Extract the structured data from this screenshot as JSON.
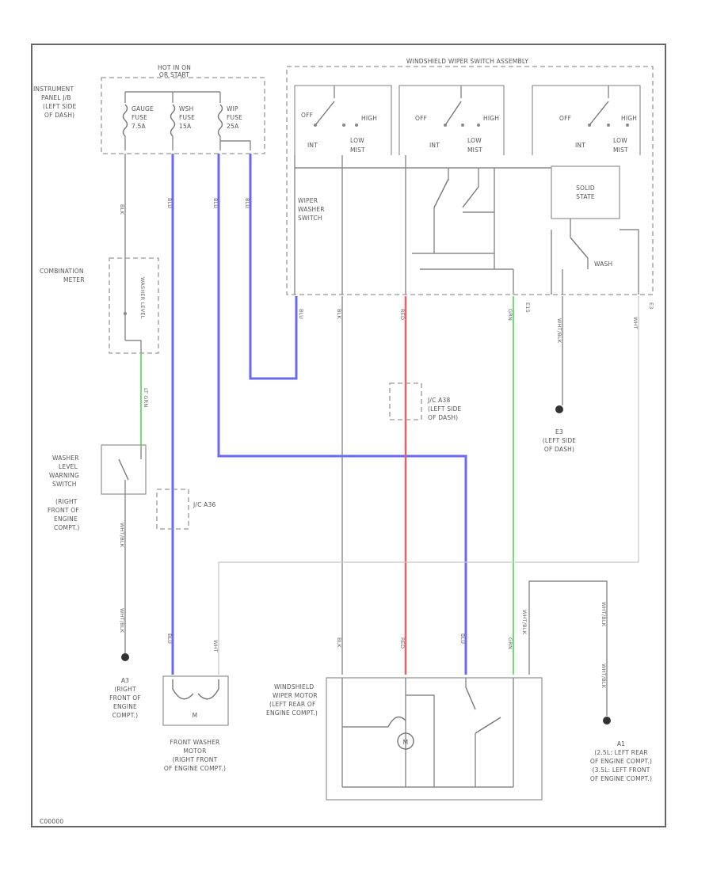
{
  "colors": {
    "blue_wire": "#6a6af0",
    "red_wire": "#f06060",
    "green_wire": "#70e070",
    "gray_wire": "#8a8a8a",
    "light_wire": "#c8c8c8"
  },
  "labels": {
    "hot_in_on": "HOT IN ON",
    "hot_in_on_2": "OR START",
    "ip_jb": "INSTRUMENT",
    "ip_jb_2": "PANEL J/B",
    "ip_jb_3": "(LEFT SIDE",
    "ip_jb_4": "OF DASH)",
    "fuse_gauge": "GAUGE",
    "fuse_gauge_2": "FUSE",
    "fuse_gauge_3": "7.5A",
    "fuse_wash": "WSH",
    "fuse_wash_2": "FUSE",
    "fuse_wash_3": "15A",
    "fuse_wip": "WIP",
    "fuse_wip_2": "FUSE",
    "fuse_wip_3": "25A",
    "wiper_switch_assy": "WINDSHIELD WIPER SWITCH ASSEMBLY",
    "sw_off_1": "OFF",
    "sw_high_1": "HIGH",
    "sw_int_1": "INT",
    "sw_low_1": "LOW",
    "sw_mist_1": "MIST",
    "sw_off_2": "OFF",
    "sw_high_2": "HIGH",
    "sw_int_2": "INT",
    "sw_low_2": "LOW",
    "sw_mist_2": "MIST",
    "sw_off_3": "OFF",
    "sw_high_3": "HIGH",
    "sw_int_3": "INT",
    "sw_low_3": "LOW",
    "sw_mist_3": "MIST",
    "wiper_washer_switch": "WIPER",
    "wiper_washer_switch_2": "WASHER",
    "wiper_washer_switch_3": "SWITCH",
    "solid_state": "SOLID",
    "solid_state_2": "STATE",
    "wash_label": "WASH",
    "combination_meter": "COMBINATION",
    "combination_meter_2": "METER",
    "washer_level_switch": "WASHER",
    "washer_level_switch_2": "LEVEL",
    "washer_level_switch_3": "WARNING",
    "washer_level_switch_4": "SWITCH",
    "washer_level_switch_5": "(RIGHT",
    "washer_level_switch_6": "FRONT OF",
    "washer_level_switch_7": "ENGINE",
    "washer_level_switch_8": "COMPT.)",
    "jc_a36": "J/C A36",
    "jc_a38": "J/C A38",
    "jc_a38_2": "(LEFT SIDE",
    "jc_a38_3": "OF DASH)",
    "ground_e3": "E3",
    "ground_e3_2": "(LEFT SIDE",
    "ground_e3_3": "OF DASH)",
    "ground_a3": "A3",
    "ground_a3_2": "(RIGHT",
    "ground_a3_3": "FRONT OF",
    "ground_a3_4": "ENGINE",
    "ground_a3_5": "COMPT.)",
    "front_washer_motor": "FRONT WASHER",
    "front_washer_motor_2": "MOTOR",
    "front_washer_motor_3": "(RIGHT FRONT",
    "front_washer_motor_4": "OF ENGINE COMPT.)",
    "wiper_motor": "WINDSHIELD",
    "wiper_motor_2": "WIPER MOTOR",
    "wiper_motor_3": "(LEFT REAR OF",
    "wiper_motor_4": "ENGINE COMPT.)",
    "ground_a1": "A1",
    "ground_a1_2": "(2.5L: LEFT REAR",
    "ground_a1_3": "OF ENGINE COMPT.)",
    "ground_a1_4": "(3.5L: LEFT FRONT",
    "ground_a1_5": "OF ENGINE COMPT.)",
    "motor_m": "M",
    "washer_m": "M",
    "washer_level_vert": "WASHER LEVEL",
    "conn_e15": "E15",
    "conn_e3b": "E3",
    "wire_blk": "BLK",
    "wire_red": "RED",
    "wire_blu": "BLU",
    "wire_grn": "GRN",
    "wire_wht": "WHT",
    "wire_wht_blk": "WHT/BLK",
    "wire_ltgrn": "LT GRN",
    "footer_code": "C00000"
  }
}
